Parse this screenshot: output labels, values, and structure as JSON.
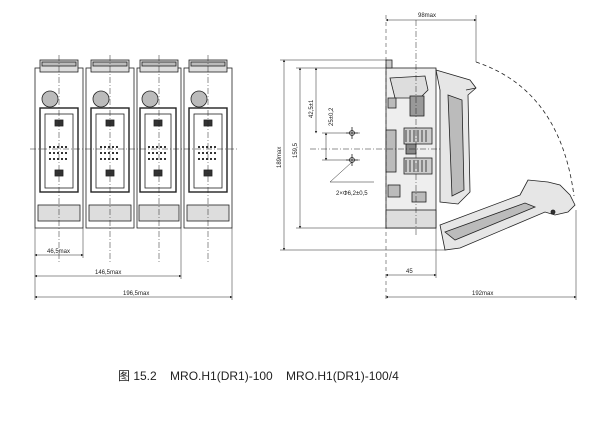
{
  "caption": "图 15.2    MRO.H1(DR1)-100    MRO.H1(DR1)-100/4",
  "front_view": {
    "dim_width_single": "46,5max",
    "dim_width_triple": "146,5max",
    "dim_width_total": "196,5max"
  },
  "side_view": {
    "dim_depth_top": "98max",
    "dim_height_total": "189max",
    "dim_height_inner": "159,5",
    "dim_pitch_1": "42,5±1",
    "dim_pitch_2": "25±0,2",
    "dim_holes": "2×Φ6,2±0,5",
    "dim_base_offset": "45",
    "dim_depth_open": "192max"
  }
}
